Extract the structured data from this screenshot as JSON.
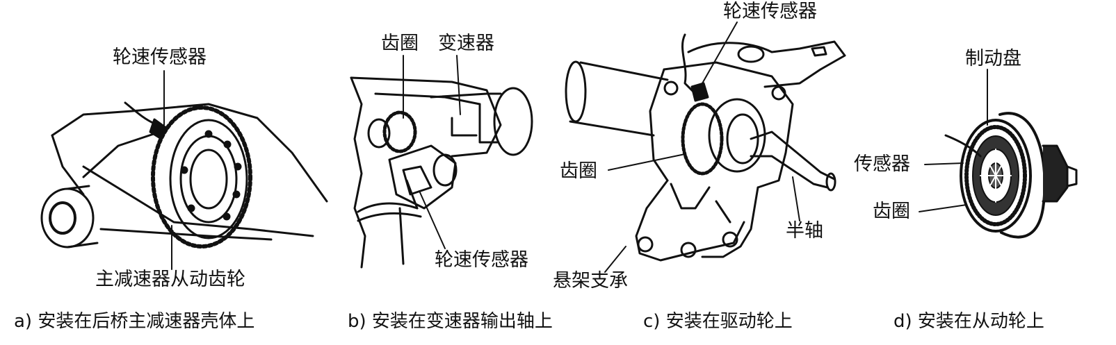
{
  "panels": [
    {
      "caption": "a) 安装在后桥主减速器壳体上",
      "labels": {
        "sensor": "轮速传感器",
        "gear": "主减速器从动齿轮"
      }
    },
    {
      "caption": "b) 安装在变速器输出轴上",
      "labels": {
        "ring_gear": "齿圈",
        "transmission": "变速器",
        "sensor": "轮速传感器"
      }
    },
    {
      "caption": "c) 安装在驱动轮上",
      "labels": {
        "sensor": "轮速传感器",
        "ring_gear": "齿圈",
        "half_shaft": "半轴",
        "suspension": "悬架支承"
      }
    },
    {
      "caption": "d) 安装在从动轮上",
      "labels": {
        "brake_disc": "制动盘",
        "sensor": "传感器",
        "ring_gear": "齿圈"
      }
    }
  ]
}
